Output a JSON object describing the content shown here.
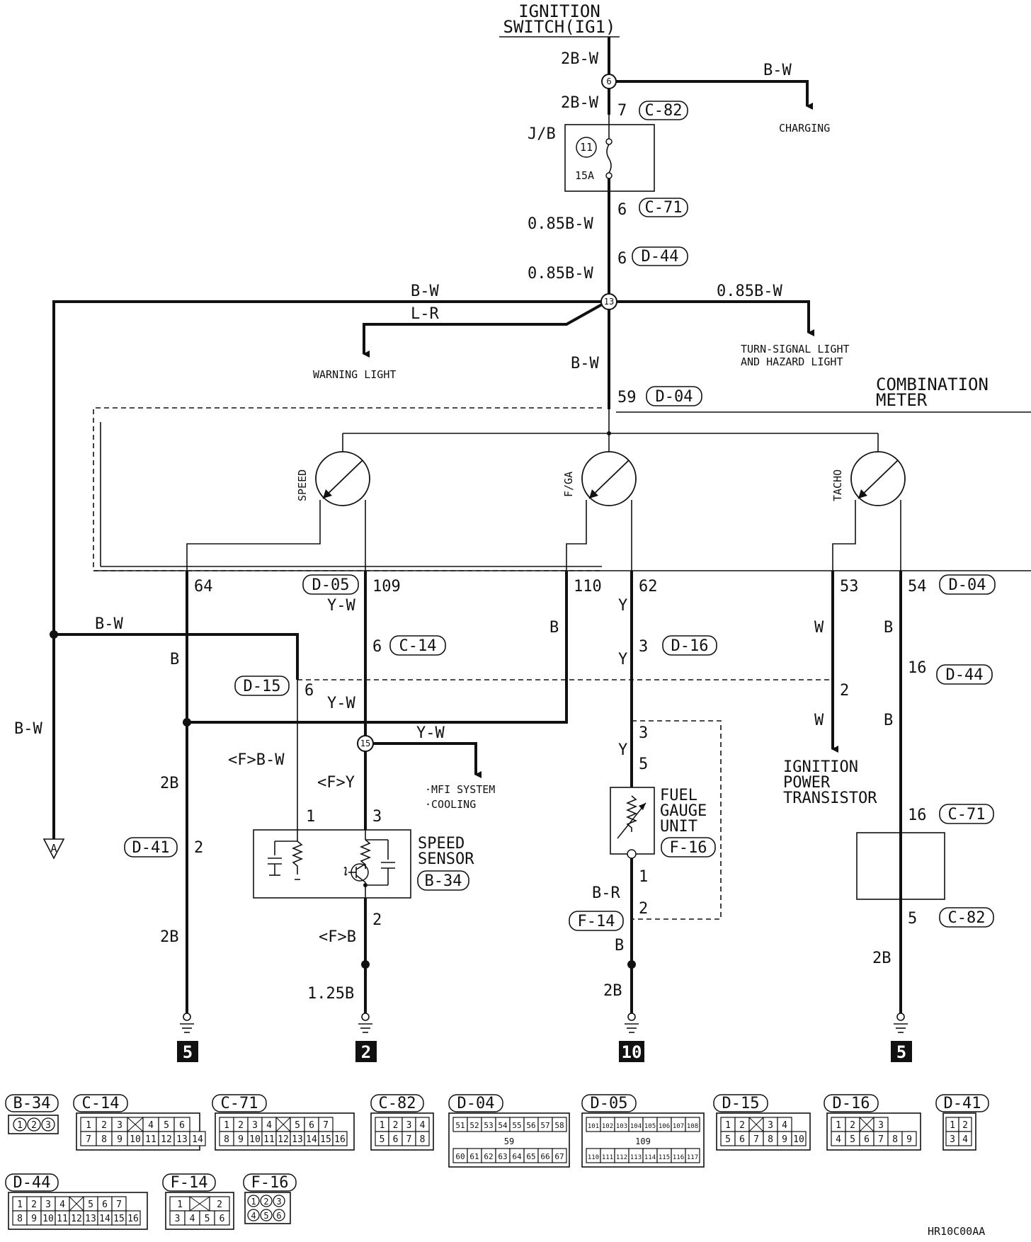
{
  "title": {
    "line1": "IGNITION",
    "line2": "SWITCH(IG1)"
  },
  "top": {
    "w_2bw_a": "2B-W",
    "w_2bw_b": "2B-W",
    "node6": "6",
    "bw_right": "B-W",
    "charging": "CHARGING",
    "pin7": "7",
    "c82": "C-82",
    "jb": "J/B",
    "fuse_no": "11",
    "fuse_amp": "15A",
    "pin6a": "6",
    "c71": "C-71",
    "w085_a": "0.85B-W",
    "pin6b": "6",
    "d44": "D-44",
    "w085_b": "0.85B-W"
  },
  "junction": {
    "node13": "13",
    "bw_left": "B-W",
    "lr": "L-R",
    "w085_right": "0.85B-W",
    "warning": "WARNING LIGHT",
    "turn1": "TURN-SIGNAL LIGHT",
    "turn2": "AND HAZARD LIGHT",
    "bw_down": "B-W",
    "pin59": "59",
    "d04": "D-04",
    "comb1": "COMBINATION",
    "comb2": "METER"
  },
  "meter": {
    "speed": "SPEED",
    "fga": "F/GA",
    "tacho": "TACHO"
  },
  "pins": {
    "p64": "64",
    "d05": "D-05",
    "p109": "109",
    "p110": "110",
    "p62": "62",
    "p53": "53",
    "p54": "54",
    "d04b": "D-04"
  },
  "col_speed": {
    "yw1": "Y-W",
    "p6": "6",
    "c14": "C-14",
    "d15": "D-15",
    "p6b": "6",
    "yw2": "Y-W",
    "node15": "15",
    "yw3": "Y-W",
    "mfi1": "·MFI SYSTEM",
    "mfi2": "·COOLING",
    "fbw": "<F>B-W",
    "fy": "<F>Y",
    "p1": "1",
    "p3": "3",
    "sensor1": "SPEED",
    "sensor2": "SENSOR",
    "b34": "B-34",
    "p2": "2",
    "fb": "<F>B",
    "w125": "1.25B"
  },
  "col_left": {
    "bw_h": "B-W",
    "b": "B",
    "bw_v": "B-W",
    "b2": "2B",
    "d41": "D-41",
    "p2": "2",
    "b2b": "2B",
    "conn_a": "A"
  },
  "col_fuel": {
    "y1": "Y",
    "p3": "3",
    "d16": "D-16",
    "y2": "Y",
    "p3b": "3",
    "y3": "Y",
    "p5": "5",
    "b_left": "B",
    "fg1": "FUEL",
    "fg2": "GAUGE",
    "fg3": "UNIT",
    "f16": "F-16",
    "p1": "1",
    "br": "B-R",
    "p2": "2",
    "f14": "F-14",
    "b": "B",
    "b2": "2B"
  },
  "col_tacho": {
    "w1": "W",
    "p2": "2",
    "w2": "W",
    "ig1": "IGNITION",
    "ig2": "POWER",
    "ig3": "TRANSISTOR",
    "b1": "B",
    "p16": "16",
    "d44": "D-44",
    "b2": "B",
    "p16b": "16",
    "c71": "C-71",
    "p5": "5",
    "c82": "C-82",
    "b2b": "2B"
  },
  "grounds": [
    "5",
    "2",
    "10",
    "5"
  ],
  "connectors": {
    "b34": "B-34",
    "c14": "C-14",
    "c71": "C-71",
    "c82": "C-82",
    "d04": "D-04",
    "d05": "D-05",
    "d15": "D-15",
    "d16": "D-16",
    "d41": "D-41",
    "d44": "D-44",
    "f14": "F-14",
    "f16": "F-16",
    "b34_pins": [
      "1",
      "2",
      "3"
    ],
    "c14_r1": [
      "1",
      "2",
      "3",
      "",
      "4",
      "5",
      "6"
    ],
    "c14_r2": [
      "7",
      "8",
      "9",
      "10",
      "11",
      "12",
      "13",
      "14"
    ],
    "c71_r1": [
      "1",
      "2",
      "3",
      "4",
      "",
      "5",
      "6",
      "7"
    ],
    "c71_r2": [
      "8",
      "9",
      "10",
      "11",
      "12",
      "13",
      "14",
      "15",
      "16"
    ],
    "c82_r1": [
      "1",
      "2",
      "3",
      "4"
    ],
    "c82_r2": [
      "5",
      "6",
      "7",
      "8"
    ],
    "d04_r1": [
      "51",
      "52",
      "53",
      "54",
      "55",
      "56",
      "57",
      "58"
    ],
    "d04_mid": "59",
    "d04_r2": [
      "60",
      "61",
      "62",
      "63",
      "64",
      "65",
      "66",
      "67"
    ],
    "d05_r1": [
      "101",
      "102",
      "103",
      "104",
      "105",
      "106",
      "107",
      "108"
    ],
    "d05_mid": "109",
    "d05_r2": [
      "110",
      "111",
      "112",
      "113",
      "114",
      "115",
      "116",
      "117"
    ],
    "d15_r1": [
      "1",
      "2",
      "",
      "3",
      "4"
    ],
    "d15_r2": [
      "5",
      "6",
      "7",
      "8",
      "9",
      "10"
    ],
    "d16_r1": [
      "1",
      "2",
      "",
      "3"
    ],
    "d16_r2": [
      "4",
      "5",
      "6",
      "7",
      "8",
      "9"
    ],
    "d41_r1": [
      "1",
      "2"
    ],
    "d41_r2": [
      "3",
      "4"
    ],
    "d44_r1": [
      "1",
      "2",
      "3",
      "4",
      "",
      "5",
      "6",
      "7"
    ],
    "d44_r2": [
      "8",
      "9",
      "10",
      "11",
      "12",
      "13",
      "14",
      "15",
      "16"
    ],
    "f14_r1": [
      "1",
      "",
      "2"
    ],
    "f14_r2": [
      "3",
      "4",
      "5",
      "6"
    ],
    "f16_r1": [
      "1",
      "2",
      "3"
    ],
    "f16_r2": [
      "4",
      "5",
      "6"
    ]
  },
  "footer": "HR10C00AA"
}
